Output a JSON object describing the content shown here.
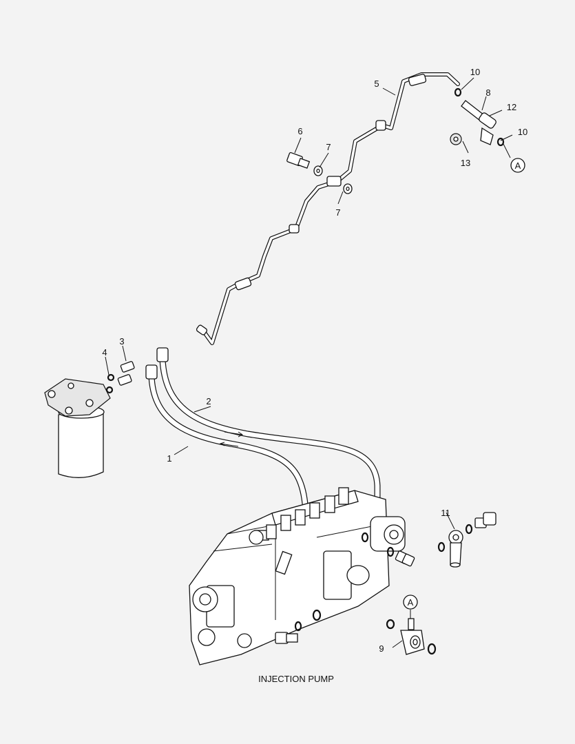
{
  "diagram": {
    "caption": "INJECTION PUMP",
    "callouts": [
      "1",
      "2",
      "3",
      "4",
      "5",
      "6",
      "7",
      "7",
      "8",
      "9",
      "10",
      "10",
      "11",
      "12",
      "13"
    ],
    "reference_marks": [
      "A",
      "A"
    ]
  }
}
